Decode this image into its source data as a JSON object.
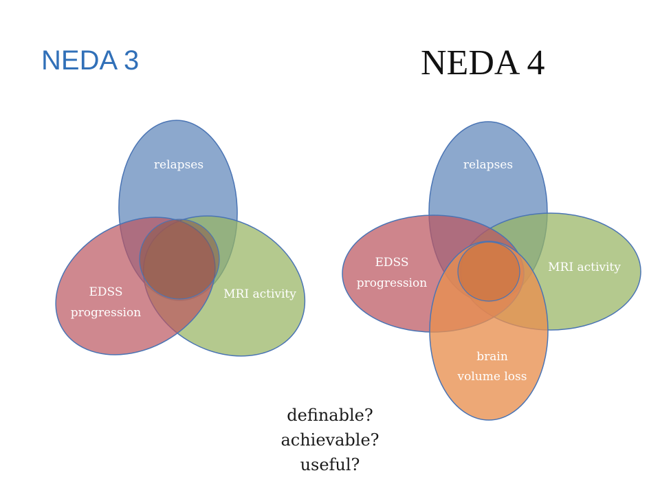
{
  "neda3": {
    "title": "NEDA 3",
    "circles": {
      "relapses": "relapses",
      "edss": [
        "EDSS",
        "progression"
      ],
      "mri": "MRI activity"
    }
  },
  "neda4": {
    "title": "NEDA 4",
    "circles": {
      "relapses": "relapses",
      "edss": [
        "EDSS",
        "progression"
      ],
      "mri": "MRI activity",
      "brain": [
        "brain",
        "volume loss"
      ]
    }
  },
  "questions": [
    "definable?",
    "achievable?",
    "useful?"
  ],
  "colors": {
    "relapses": "#7092c0",
    "edss": "#c0646c",
    "mri": "#9cb86a",
    "brain": "#e79a63",
    "overlap_center": "#8e5a4a",
    "title_left": "#3170b8"
  }
}
